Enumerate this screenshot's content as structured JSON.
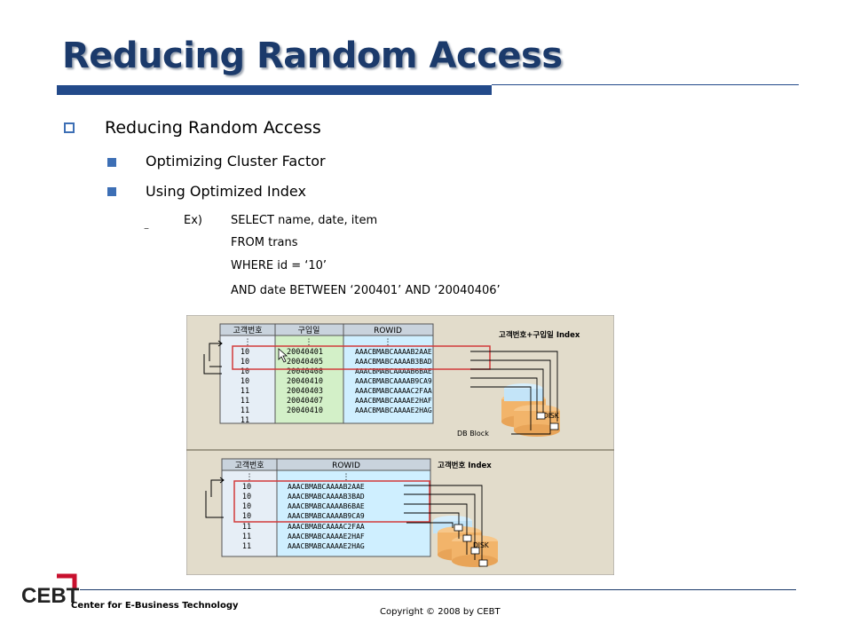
{
  "slide": {
    "title": "Reducing Random Access",
    "bullet_level1": "Reducing Random Access",
    "bullets_level2": [
      "Optimizing Cluster Factor",
      "Using Optimized Index"
    ],
    "example_label": "Ex)",
    "sql_lines": [
      "SELECT name, date, item",
      "FROM trans",
      "WHERE id = ‘10’",
      "AND date BETWEEN ‘200401’ AND ‘20040406’"
    ]
  },
  "figure": {
    "top_index_title": "고객번호+구입일 Index",
    "bottom_index_title": "고객번호 Index",
    "col_customer": "고객번호",
    "col_date": "구입일",
    "col_rowid": "ROWID",
    "ellipsis": "⋮",
    "top_customers": [
      "10",
      "10",
      "10",
      "10",
      "11",
      "11",
      "11",
      "11"
    ],
    "top_dates": [
      "20040401",
      "20040405",
      "20040408",
      "20040410",
      "20040403",
      "20040407",
      "20040410"
    ],
    "top_rowids": [
      "AAACBMABCAAAAB2AAE",
      "AAACBMABCAAAAB3BAD",
      "AAACBMABCAAAAB6BAE",
      "AAACBMABCAAAAB9CA9",
      "AAACBMABCAAAAC2FAA",
      "AAACBMABCAAAAE2HAF",
      "AAACBMABCAAAAE2HAG"
    ],
    "bottom_customers": [
      "10",
      "10",
      "10",
      "10",
      "11",
      "11",
      "11"
    ],
    "bottom_rowids": [
      "AAACBMABCAAAAB2AAE",
      "AAACBMABCAAAAB3BAD",
      "AAACBMABCAAAAB6BAE",
      "AAACBMABCAAAAB9CA9",
      "AAACBMABCAAAAC2FAA",
      "AAACBMABCAAAAE2HAF",
      "AAACBMABCAAAAE2HAG"
    ],
    "disk_label": "DISK",
    "db_block_label": "DB Block"
  },
  "footer": {
    "org": "Center for E-Business Technology",
    "copyright": "Copyright © 2008 by CEBT",
    "logo_text": "CEBT"
  },
  "colors": {
    "title": "#1b3a6b",
    "title_bar": "#234a8a",
    "bullet": "#3d6fb5",
    "highlight_box": "#d23a3a",
    "logo_red": "#c8102e"
  }
}
